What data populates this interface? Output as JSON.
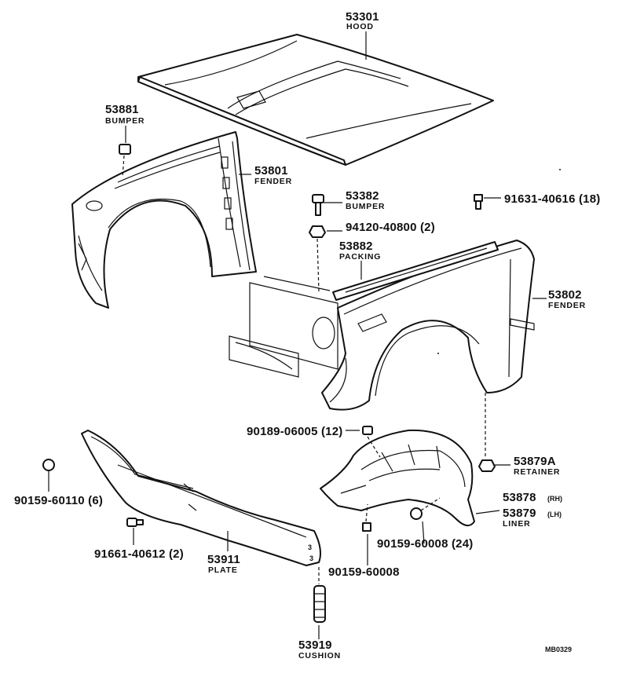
{
  "parts": [
    {
      "key": "hood",
      "number": "53301",
      "name": "HOOD"
    },
    {
      "key": "bumper_left",
      "number": "53881",
      "name": "BUMPER"
    },
    {
      "key": "fender_left",
      "number": "53801",
      "name": "FENDER"
    },
    {
      "key": "bumper_right",
      "number": "53382",
      "name": "BUMPER"
    },
    {
      "key": "bolt_18",
      "number": "91631-40616 (18)",
      "name": ""
    },
    {
      "key": "nut_2",
      "number": "94120-40800 (2)",
      "name": ""
    },
    {
      "key": "packing",
      "number": "53882",
      "name": "PACKING"
    },
    {
      "key": "fender_right",
      "number": "53802",
      "name": "FENDER"
    },
    {
      "key": "clip_12",
      "number": "90189-06005 (12)",
      "name": ""
    },
    {
      "key": "retainer",
      "number": "53879A",
      "name": "RETAINER"
    },
    {
      "key": "liner_rh",
      "number": "53878",
      "name": "(RH)"
    },
    {
      "key": "liner_lh",
      "number": "53879",
      "name": "(LH)"
    },
    {
      "key": "liner",
      "number": "",
      "name": "LINER"
    },
    {
      "key": "screw_24",
      "number": "90159-60008 (24)",
      "name": ""
    },
    {
      "key": "screw_6",
      "number": "90159-60110 (6)",
      "name": ""
    },
    {
      "key": "bolt_2",
      "number": "91661-40612 (2)",
      "name": ""
    },
    {
      "key": "plate",
      "number": "53911",
      "name": "PLATE"
    },
    {
      "key": "screw_single",
      "number": "90159-60008",
      "name": ""
    },
    {
      "key": "cushion",
      "number": "53919",
      "name": "CUSHION"
    }
  ],
  "diagram_code": "MB0329"
}
